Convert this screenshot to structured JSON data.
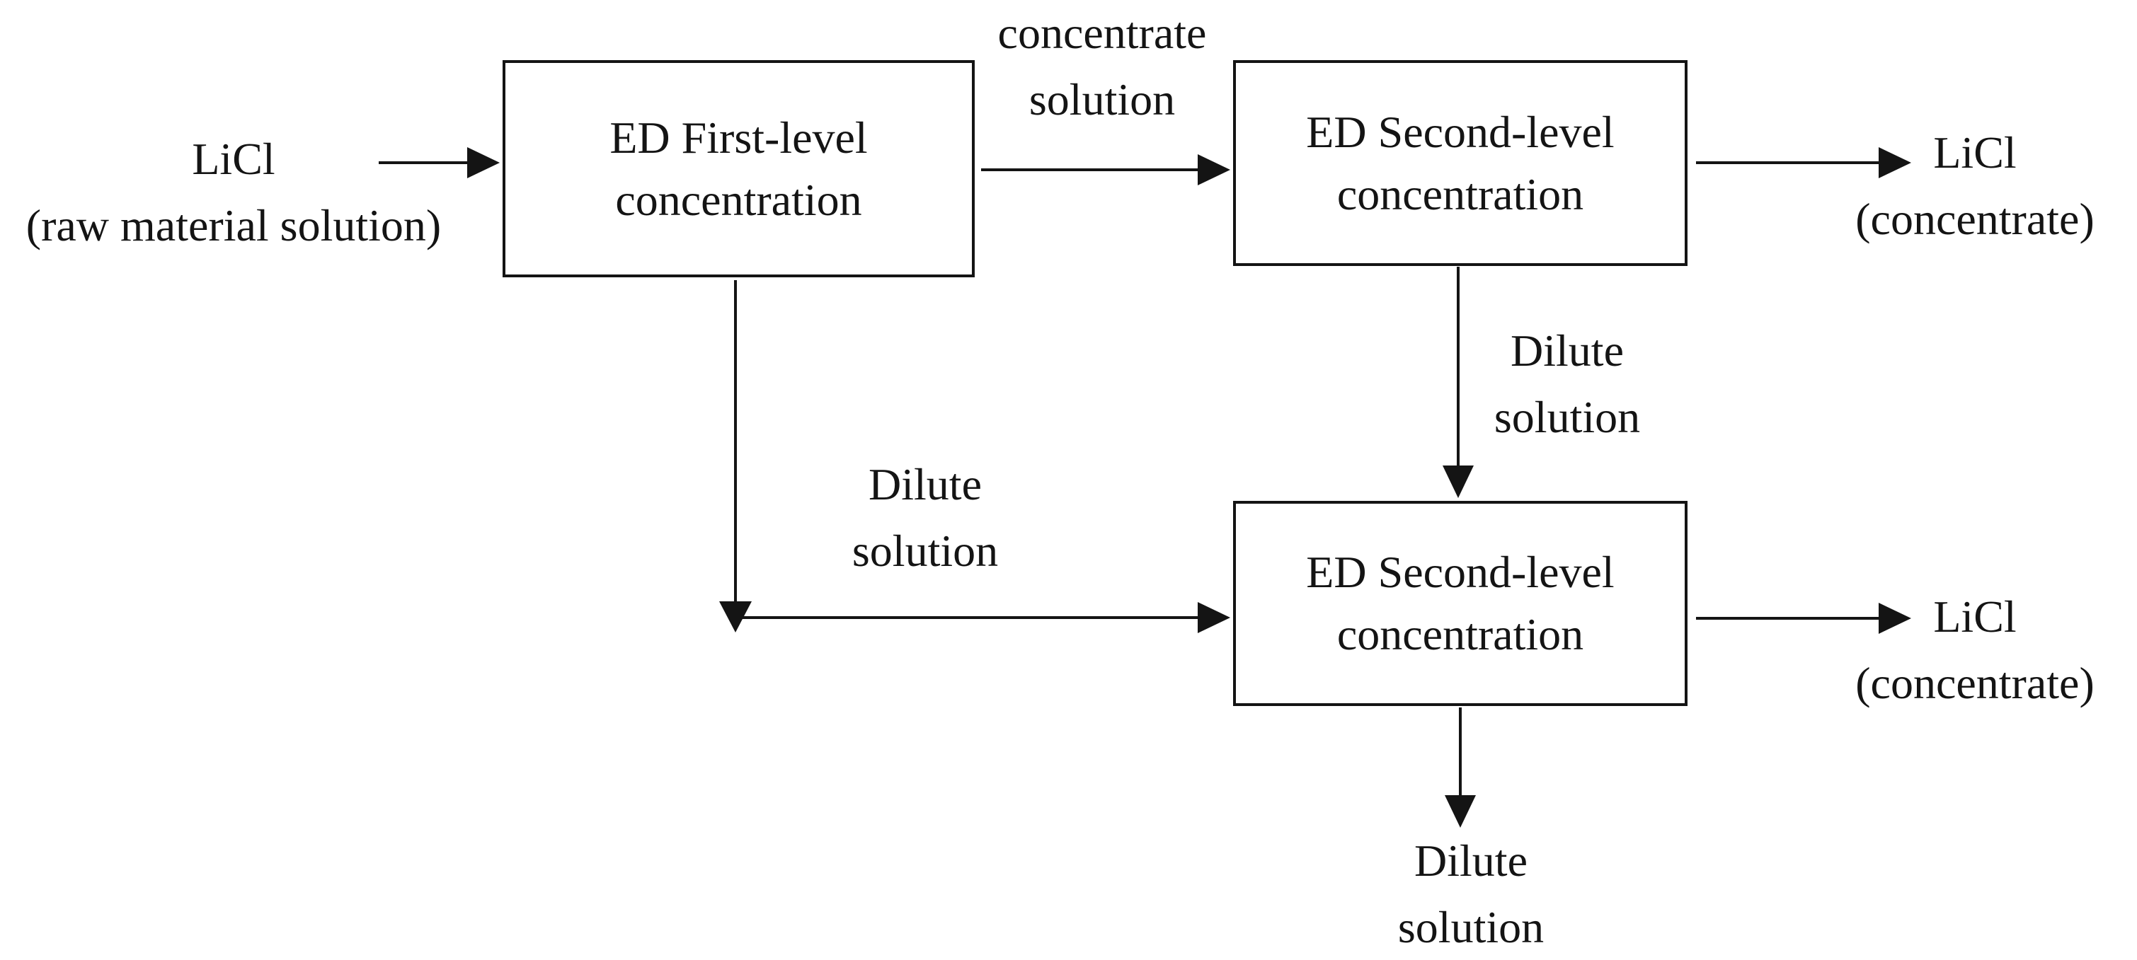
{
  "diagram": {
    "colors": {
      "ink": "#141414",
      "background": "#ffffff"
    },
    "nodes": {
      "first_level": {
        "line1": "ED First-level",
        "line2": "concentration"
      },
      "second_level_top": {
        "line1": "ED Second-level",
        "line2": "concentration"
      },
      "second_level_bottom": {
        "line1": "ED Second-level",
        "line2": "concentration"
      }
    },
    "terminals": {
      "raw_material": {
        "line1": "LiCl",
        "line2": "(raw material solution)"
      },
      "concentrate_top": {
        "line1": "LiCl",
        "line2": "(concentrate)"
      },
      "concentrate_bottom": {
        "line1": "LiCl",
        "line2": "(concentrate)"
      }
    },
    "edge_labels": {
      "concentrate_solution": {
        "line1": "concentrate",
        "line2": "solution"
      },
      "dilute_right": {
        "line1": "Dilute",
        "line2": "solution"
      },
      "dilute_left": {
        "line1": "Dilute",
        "line2": "solution"
      },
      "dilute_bottom": {
        "line1": "Dilute",
        "line2": "solution"
      }
    }
  }
}
